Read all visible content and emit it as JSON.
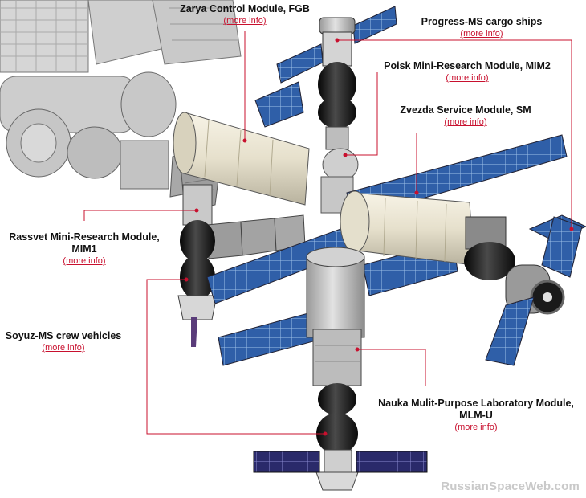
{
  "colors": {
    "leader": "#c8102e",
    "solar_panel": "#2f5fa8",
    "solar_panel_dark": "#2a2a6a",
    "module_body": "#e9e4d4",
    "soyuz_body": "#222222"
  },
  "labels": {
    "zarya": {
      "title": "Zarya Control Module, FGB",
      "more": "(more info)"
    },
    "progress": {
      "title": "Progress-MS cargo ships",
      "more": "(more info)"
    },
    "poisk": {
      "title": "Poisk Mini-Research Module, MIM2",
      "more": "(more info)"
    },
    "zvezda": {
      "title": "Zvezda Service Module, SM",
      "more": "(more info)"
    },
    "rassvet": {
      "title1": "Rassvet Mini-Research Module,",
      "title2": "MIM1",
      "more": "(more info)"
    },
    "soyuz": {
      "title": "Soyuz-MS crew vehicles",
      "more": "(more info)"
    },
    "nauka": {
      "title1": "Nauka Mulit-Purpose Laboratory Module,",
      "title2": "MLM-U",
      "more": "(more info)"
    }
  },
  "watermark": "RussianSpaceWeb.com"
}
